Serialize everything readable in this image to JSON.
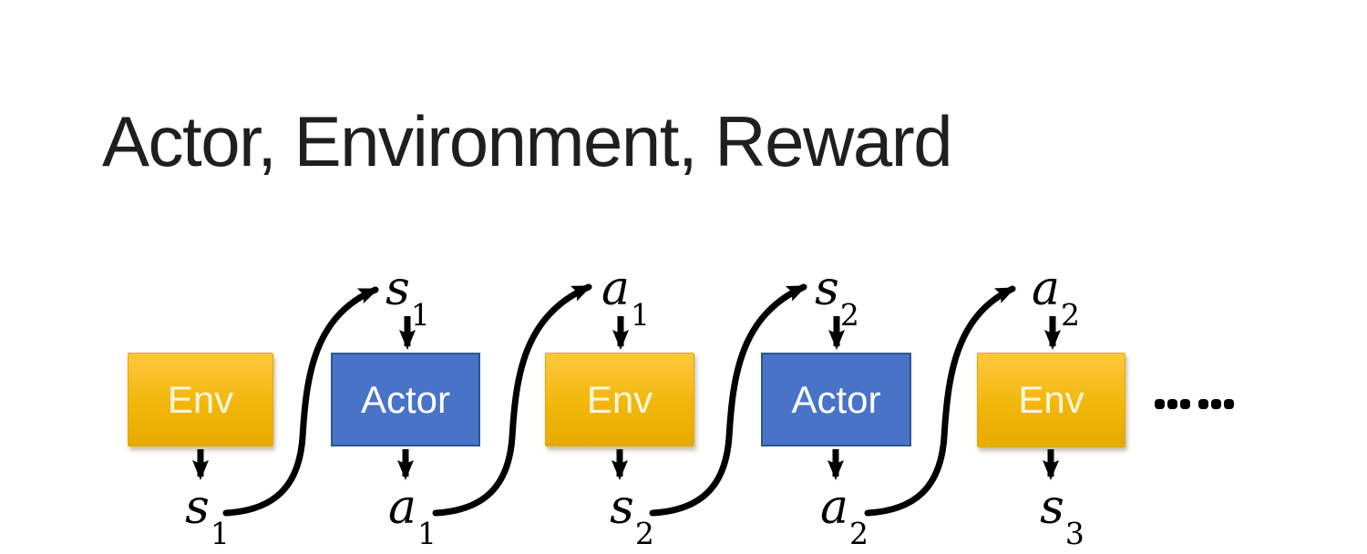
{
  "slide": {
    "title": "Actor, Environment, Reward"
  },
  "colors": {
    "title_color": "#1F1F1F",
    "env_top": "#FDC83F",
    "env_mid": "#F2B70B",
    "env_bottom": "#E7AA00",
    "env_text": "#FDF6DC",
    "actor_fill": "#4873C6",
    "actor_border": "#2F5597",
    "actor_text": "#FFFFFF",
    "ink": "#000000"
  },
  "diagram": {
    "boxes": [
      {
        "label": "Env",
        "type": "env"
      },
      {
        "label": "Actor",
        "type": "actor"
      },
      {
        "label": "Env",
        "type": "env"
      },
      {
        "label": "Actor",
        "type": "actor"
      },
      {
        "label": "Env",
        "type": "env"
      }
    ],
    "top_labels": [
      {
        "base": "s",
        "sub": "1"
      },
      {
        "base": "a",
        "sub": "1"
      },
      {
        "base": "s",
        "sub": "2"
      },
      {
        "base": "a",
        "sub": "2"
      }
    ],
    "bottom_labels": [
      {
        "base": "s",
        "sub": "1"
      },
      {
        "base": "a",
        "sub": "1"
      },
      {
        "base": "s",
        "sub": "2"
      },
      {
        "base": "a",
        "sub": "2"
      },
      {
        "base": "s",
        "sub": "3"
      }
    ],
    "continuation_dots": 6
  }
}
